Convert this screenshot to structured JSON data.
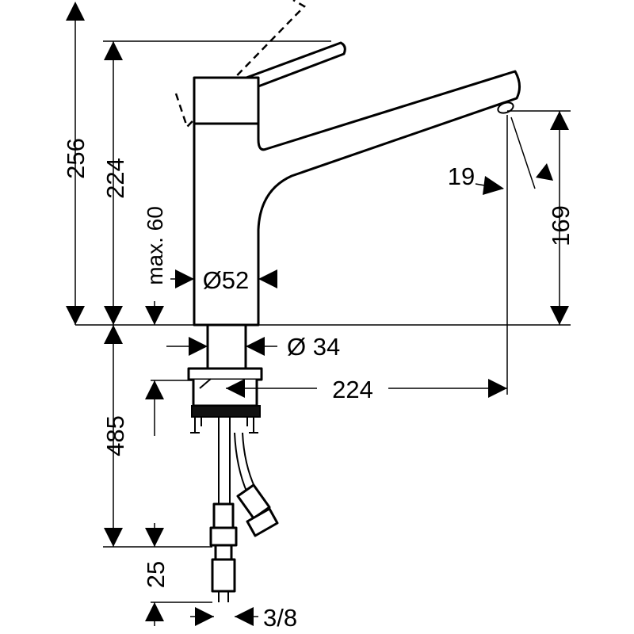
{
  "dimensions": {
    "total_height": "256",
    "spout_height": "224",
    "max_deck": "max. 60",
    "body_diameter": "Ø52",
    "shank_diameter": "Ø 34",
    "reach": "224",
    "spout_angle": "19",
    "outlet_height": "169",
    "hose_length": "485",
    "connector_length": "25",
    "thread": "3/8"
  }
}
